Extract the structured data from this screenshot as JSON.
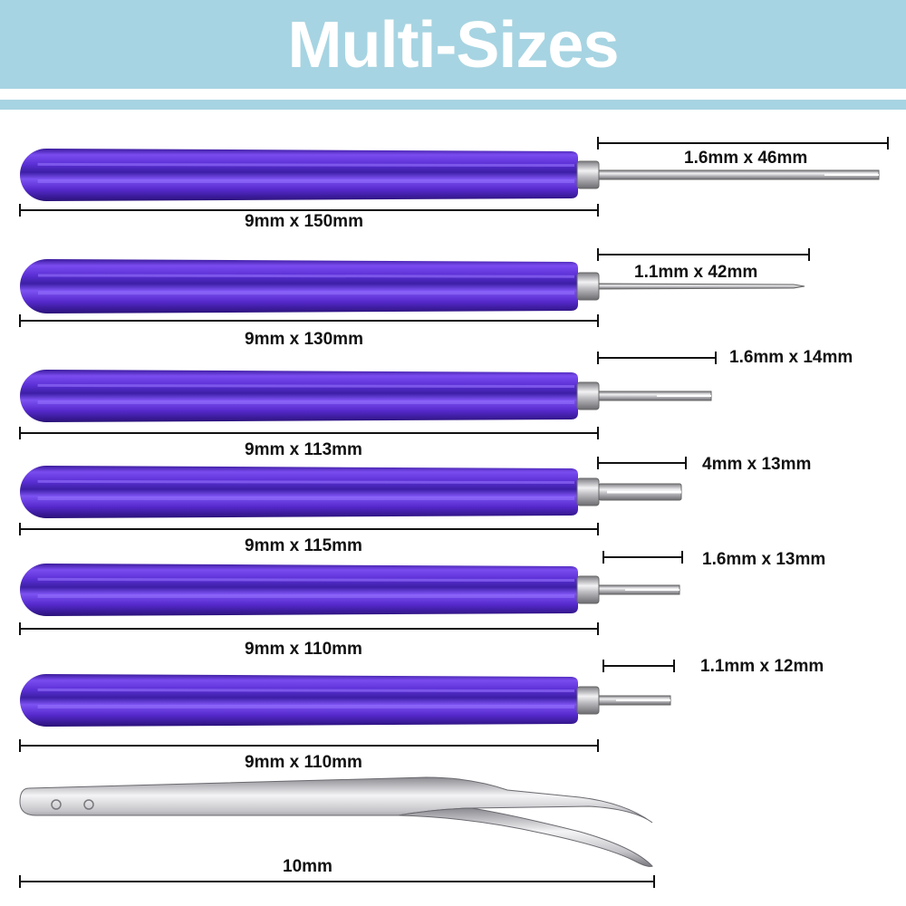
{
  "header": {
    "title": "Multi-Sizes",
    "background": "#a7d4e2",
    "text_color": "#ffffff"
  },
  "colors": {
    "handle": "#5a2fd4",
    "metal": "#b9b9bd"
  },
  "tools": [
    {
      "handle_label": "9mm x 150mm",
      "tip_label": "1.6mm x 46mm",
      "tip": "slotted-needle-icon"
    },
    {
      "handle_label": "9mm x 130mm",
      "tip_label": "1.1mm x 42mm",
      "tip": "pointed-needle-icon"
    },
    {
      "handle_label": "9mm x 113mm",
      "tip_label": "1.6mm x 14mm",
      "tip": "slotted-needle-icon"
    },
    {
      "handle_label": "9mm x 115mm",
      "tip_label": "4mm x 13mm",
      "tip": "crimper-fork-icon"
    },
    {
      "handle_label": "9mm x 110mm",
      "tip_label": "1.6mm x 13mm",
      "tip": "slotted-needle-icon"
    },
    {
      "handle_label": "9mm x 110mm",
      "tip_label": "1.1mm x 12mm",
      "tip": "slotted-needle-icon"
    }
  ],
  "tweezers": {
    "label": "10mm",
    "icon": "curved-tweezers-icon"
  }
}
